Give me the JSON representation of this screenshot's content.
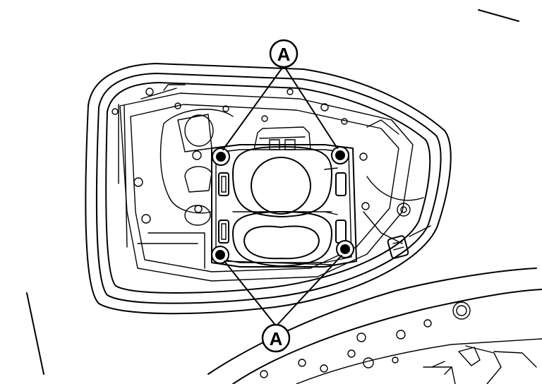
{
  "diagram": {
    "callouts": [
      {
        "id": "top",
        "label": "A"
      },
      {
        "id": "bottom",
        "label": "A"
      }
    ]
  }
}
